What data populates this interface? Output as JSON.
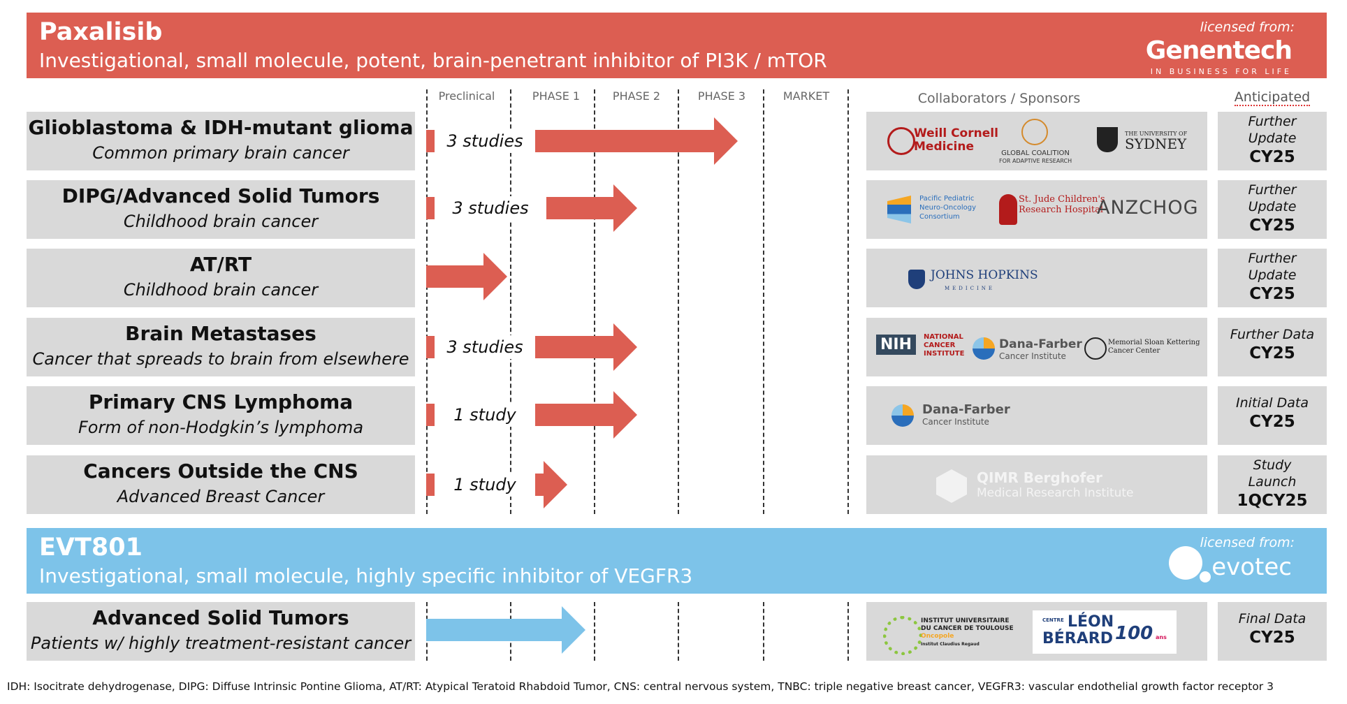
{
  "paxalisib": {
    "name": "Paxalisib",
    "description": "Investigational, small molecule, potent, brain-penetrant inhibitor of PI3K / mTOR",
    "licensed_from": "licensed from:",
    "licensor": "Genentech",
    "licensor_tagline": "IN BUSINESS FOR LIFE",
    "color": "#dc5e52"
  },
  "evt801": {
    "name": "EVT801",
    "description": "Investigational, small molecule, highly specific inhibitor of VEGFR3",
    "licensed_from": "licensed from:",
    "licensor": "evotec",
    "color": "#7dc3e9"
  },
  "phases": [
    "Preclinical",
    "PHASE 1",
    "PHASE 2",
    "PHASE 3",
    "MARKET"
  ],
  "headers": {
    "collaborators": "Collaborators / Sponsors",
    "anticipated": "Anticipated"
  },
  "rows": [
    {
      "title": "Glioblastoma & IDH-mutant glioma",
      "subtitle": "Common primary brain cancer",
      "studies": "3 studies",
      "progress_phase": 3.65,
      "anticipated_l1": "Further",
      "anticipated_l2": "Update",
      "anticipated_val": "CY25",
      "logos": [
        "Weill Cornell",
        "Medicine",
        "GLOBAL COALITION",
        "FOR ADAPTIVE RESEARCH",
        "THE UNIVERSITY OF",
        "SYDNEY"
      ]
    },
    {
      "title": "DIPG/Advanced Solid Tumors",
      "subtitle": "Childhood brain cancer",
      "studies": "3  studies",
      "progress_phase": 2.45,
      "anticipated_l1": "Further",
      "anticipated_l2": "Update",
      "anticipated_val": "CY25",
      "logos": [
        "Pacific Pediatric",
        "Neuro-Oncology",
        "Consortium",
        "St. Jude Children's",
        "Research Hospital",
        "ANZCHOG"
      ]
    },
    {
      "title": "AT/RT",
      "subtitle": "Childhood brain cancer",
      "studies": "",
      "progress_phase": 1.0,
      "anticipated_l1": "Further",
      "anticipated_l2": "Update",
      "anticipated_val": "CY25",
      "logos": [
        "JOHNS HOPKINS",
        "MEDICINE"
      ]
    },
    {
      "title": "Brain Metastases",
      "subtitle": "Cancer that spreads to brain from elsewhere",
      "studies": "3 studies",
      "progress_phase": 2.45,
      "anticipated_l1": "Further Data",
      "anticipated_l2": "",
      "anticipated_val": "CY25",
      "logos": [
        "NIH",
        "NATIONAL",
        "CANCER",
        "INSTITUTE",
        "Dana-Farber",
        "Cancer Institute",
        "Memorial Sloan Kettering",
        "Cancer Center"
      ]
    },
    {
      "title": "Primary CNS Lymphoma",
      "subtitle": "Form of non-Hodgkin’s lymphoma",
      "studies": "1 study",
      "progress_phase": 2.45,
      "anticipated_l1": "Initial Data",
      "anticipated_l2": "",
      "anticipated_val": "CY25",
      "logos": [
        "Dana-Farber",
        "Cancer Institute"
      ]
    },
    {
      "title": "Cancers Outside the CNS",
      "subtitle": "Advanced Breast Cancer",
      "studies": "1  study",
      "progress_phase": 1.65,
      "anticipated_l1": "Study",
      "anticipated_l2": "Launch",
      "anticipated_val": "1QCY25",
      "logos": [
        "QIMR Berghofer",
        "Medical Research Institute"
      ]
    }
  ],
  "evt_row": {
    "title": "Advanced Solid Tumors",
    "subtitle": "Patients w/ highly treatment-resistant cancer",
    "progress_phase": 1.85,
    "anticipated_l1": "Final Data",
    "anticipated_l2": "",
    "anticipated_val": "CY25",
    "logos": [
      "INSTITUT UNIVERSITAIRE",
      "DU CANCER DE TOULOUSE",
      "Oncopole",
      "Institut Claudius Regaud",
      "CENTRE",
      "LÉON",
      "BÉRARD",
      "100",
      "ans"
    ]
  },
  "footnote": "IDH: Isocitrate dehydrogenase, DIPG: Diffuse Intrinsic Pontine Glioma, AT/RT: Atypical Teratoid Rhabdoid Tumor, CNS: central nervous system, TNBC: triple negative breast cancer, VEGFR3: vascular endothelial growth factor receptor 3"
}
